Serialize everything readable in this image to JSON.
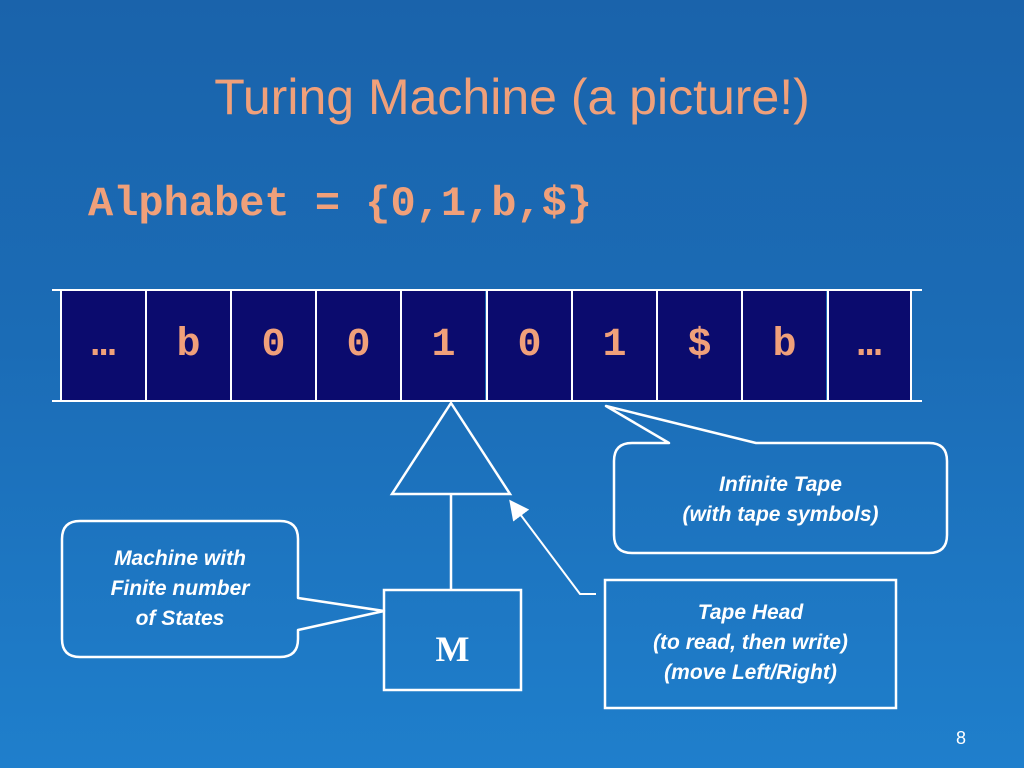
{
  "slide": {
    "title": "Turing Machine (a picture!)",
    "alphabet": "Alphabet = {0,1,b,$}",
    "page_number": "8"
  },
  "tape": {
    "cells": [
      "…",
      "b",
      "0",
      "0",
      "1",
      "0",
      "1",
      "$",
      "b",
      "…"
    ],
    "head_index": 4
  },
  "machine": {
    "label": "M"
  },
  "callouts": {
    "infinite_tape": [
      "Infinite Tape",
      "(with tape symbols)"
    ],
    "tape_head": [
      "Tape Head",
      "(to read, then write)",
      "(move Left/Right)"
    ],
    "finite_states": [
      "Machine with",
      "Finite number",
      "of States"
    ]
  },
  "colors": {
    "text_accent": "#f0a07a",
    "tape_cell": "#0b0b6e",
    "stroke": "#ffffff"
  }
}
